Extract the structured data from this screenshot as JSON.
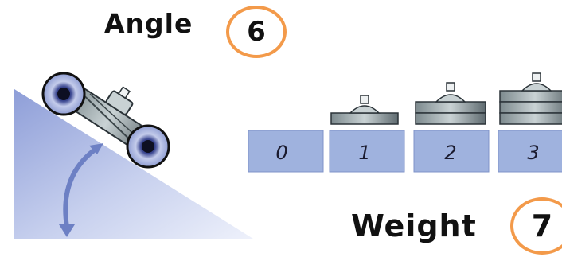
{
  "labels": {
    "angle": "Angle",
    "weight": "Weight"
  },
  "badges": {
    "angle_number": "6",
    "weight_number": "7"
  },
  "weight_levels": [
    "0",
    "1",
    "2",
    "3"
  ],
  "colors": {
    "badge_ring": "#f39a4a",
    "platform_blue": "#9fb2de",
    "ramp_blue": "#a9b5e2",
    "arrow_blue": "#6d80c4"
  }
}
